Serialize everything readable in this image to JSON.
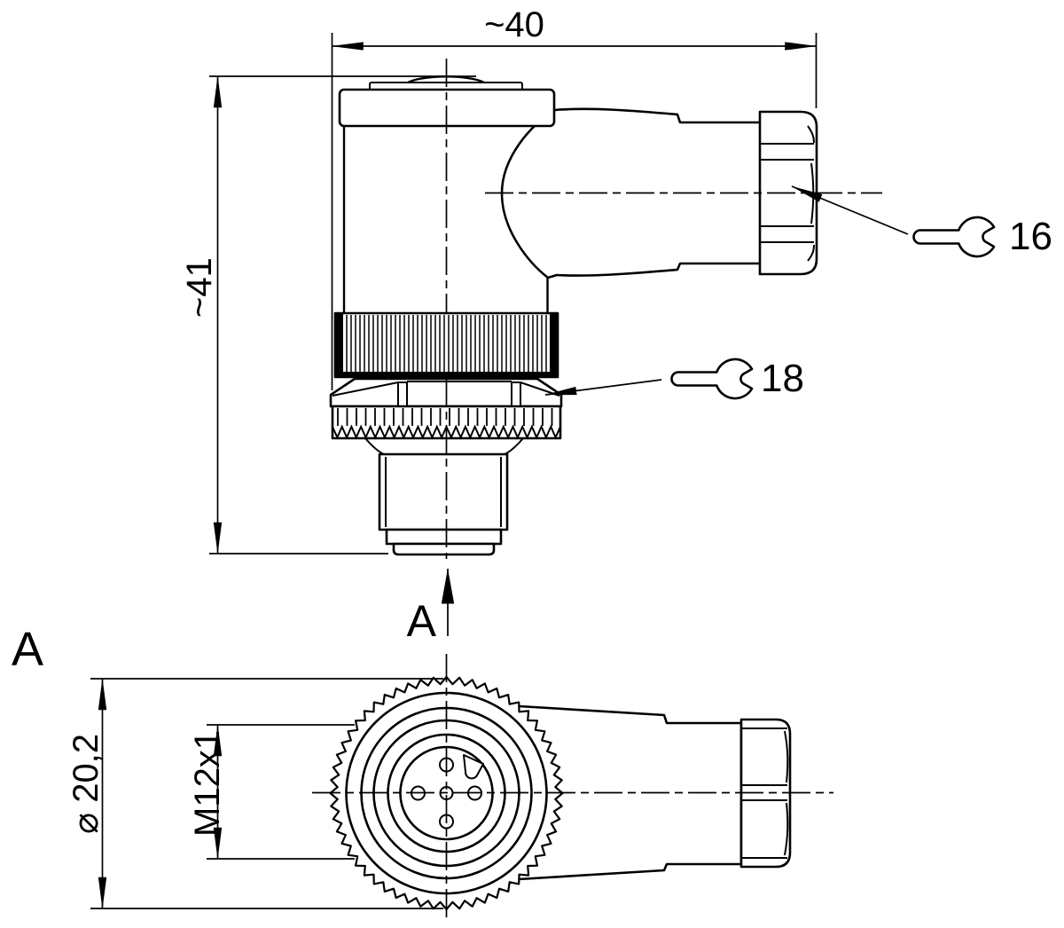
{
  "drawing": {
    "background_color": "#ffffff",
    "line_color": "#000000",
    "side_view": {
      "width_dim_label": "~40",
      "height_dim_label": "~41",
      "section_arrow_label": "A",
      "callouts": [
        {
          "icon": "wrench-icon",
          "label": "16"
        },
        {
          "icon": "wrench-icon",
          "label": "18"
        }
      ]
    },
    "front_view": {
      "view_label": "A",
      "diameter_dim_label": "⌀ 20,2",
      "thread_dim_label": "M12x1"
    }
  }
}
